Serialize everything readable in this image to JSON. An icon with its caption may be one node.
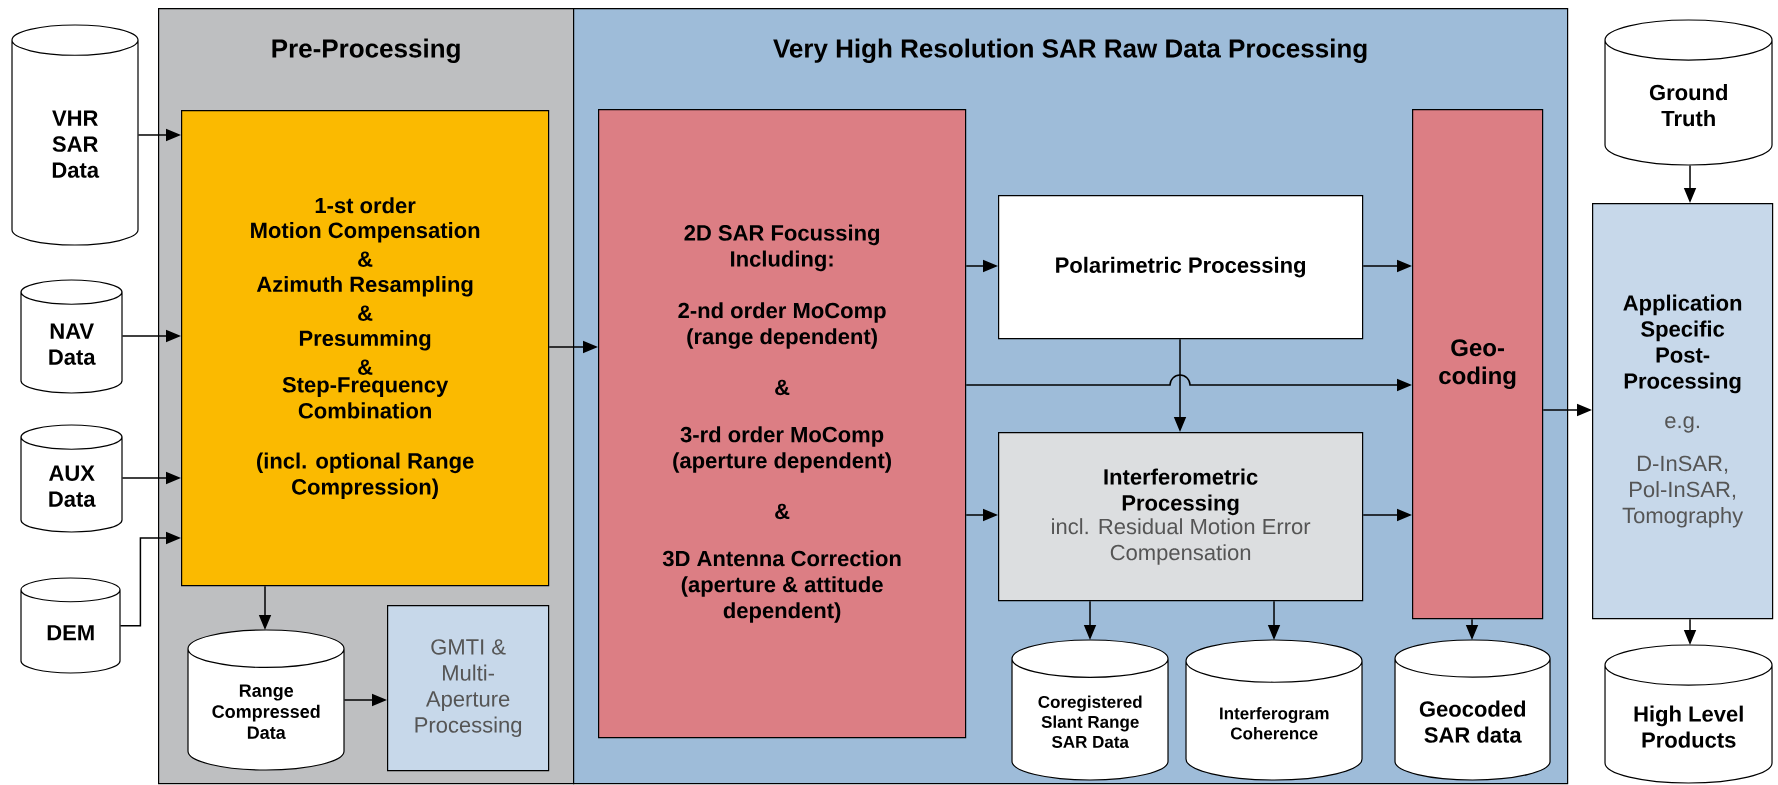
{
  "diagram": {
    "nodes": [
      {
        "text": [
          "VHR SAR Data"
        ]
      },
      {
        "text": [
          "NAV Data"
        ]
      },
      {
        "text": [
          "AUX Data"
        ]
      },
      {
        "text": [
          "DEM"
        ]
      },
      {
        "text": [
          "Pre-Processing"
        ]
      },
      {
        "text": [
          "1-st order",
          "Motion Compensation",
          "&",
          "Azimuth Resampling",
          "&",
          "Presumming",
          "&",
          "Step-Frequency Combination",
          "(incl. optional Range Compression)"
        ],
        "in": 4
      },
      {
        "text": [
          "Range Compressed Data"
        ],
        "in": 4
      },
      {
        "text": [
          "GMTI & Multi-Aperture Processing"
        ],
        "in": 4
      },
      {
        "text": [
          "Very High Resolution SAR Raw Data Processing"
        ]
      },
      {
        "text": [
          "2D SAR Focussing Including:",
          "2-nd order MoComp (range dependent)",
          "&",
          "3-rd order MoComp (aperture dependent)",
          "&",
          "3D Antenna Correction (aperture & attitude dependent)"
        ],
        "in": 8
      },
      {
        "text": [
          "Polarimetric Processing"
        ],
        "in": 8
      },
      {
        "text": [
          "Interferometric Processing",
          "incl. Residual Motion Error Compensation"
        ],
        "in": 8
      },
      {
        "text": [
          "Geo-coding"
        ],
        "in": 8
      },
      {
        "text": [
          "Coregistered Slant Range SAR Data"
        ],
        "in": 8
      },
      {
        "text": [
          "Interferogram Coherence"
        ],
        "in": 8
      },
      {
        "text": [
          "Geocoded SAR data"
        ],
        "in": 8
      },
      {
        "text": [
          "Ground Truth"
        ]
      },
      {
        "text": [
          "Application Specific Post-Processing",
          "e.g.",
          "D-InSAR, Pol-InSAR, Tomography"
        ]
      },
      {
        "text": [
          "High Level Products"
        ]
      }
    ],
    "edges": [
      {
        "from": 0,
        "to": 5,
        "arrow": "to"
      },
      {
        "from": 1,
        "to": 5,
        "arrow": "to"
      },
      {
        "from": 2,
        "to": 5,
        "arrow": "to"
      },
      {
        "from": 3,
        "to": 5,
        "arrow": "to"
      },
      {
        "from": 5,
        "to": 6,
        "arrow": "to"
      },
      {
        "from": 6,
        "to": 7,
        "arrow": "to"
      },
      {
        "from": 5,
        "to": 9,
        "arrow": "to"
      },
      {
        "from": 9,
        "to": 10,
        "arrow": "to"
      },
      {
        "from": 9,
        "to": 12,
        "arrow": "to"
      },
      {
        "from": 9,
        "to": 11,
        "arrow": "to"
      },
      {
        "from": 10,
        "to": 11,
        "arrow": "to"
      },
      {
        "from": 10,
        "to": 12,
        "arrow": "to"
      },
      {
        "from": 11,
        "to": 12,
        "arrow": "to"
      },
      {
        "from": 11,
        "to": 13,
        "arrow": "to"
      },
      {
        "from": 11,
        "to": 14,
        "arrow": "to"
      },
      {
        "from": 12,
        "to": 15,
        "arrow": "to"
      },
      {
        "from": 12,
        "to": 17,
        "arrow": "to"
      },
      {
        "from": 16,
        "to": 17,
        "arrow": "to"
      },
      {
        "from": 17,
        "to": 18,
        "arrow": "to"
      }
    ]
  }
}
